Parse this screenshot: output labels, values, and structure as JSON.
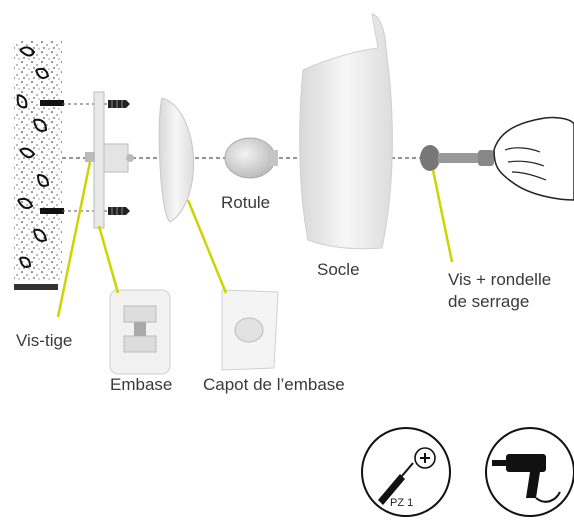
{
  "labels": {
    "vis_tige": "Vis-tige",
    "embase": "Embase",
    "capot": "Capot de l’embase",
    "rotule": "Rotule",
    "socle": "Socle",
    "vis_rondelle_line1": "Vis + rondelle",
    "vis_rondelle_line2": "de serrage"
  },
  "tools": {
    "screwdriver_size": "PZ 1",
    "screwdriver_icon": "phillips-screwdriver-icon",
    "drill_icon": "power-drill-icon"
  },
  "colors": {
    "leader_lines": "#cfd400",
    "axis_line": "#555555",
    "part_fill": "#eeeeee"
  }
}
